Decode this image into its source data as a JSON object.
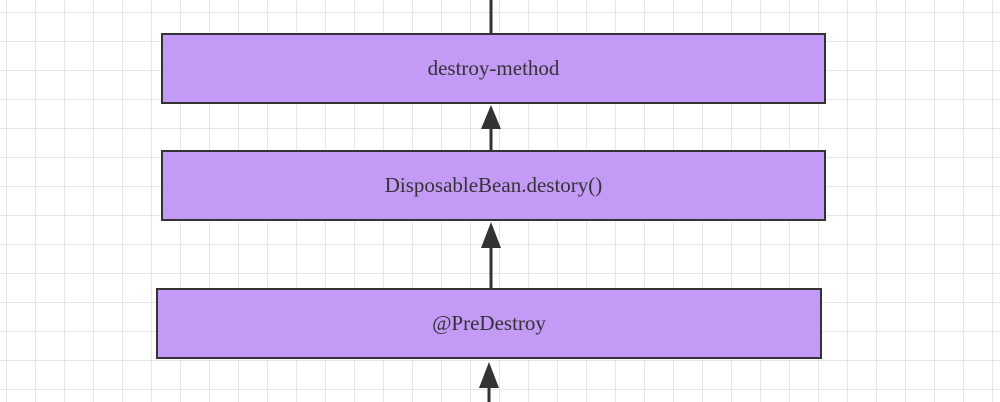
{
  "diagram": {
    "type": "flow",
    "node_fill": "#c39bf7",
    "stroke_color": "#333333",
    "grid_color": "#e6e6e6",
    "nodes": [
      {
        "id": "destroy-method",
        "label": "destroy-method"
      },
      {
        "id": "disposable-bean",
        "label": "DisposableBean.destory()"
      },
      {
        "id": "predestroy",
        "label": "@PreDestroy"
      }
    ],
    "edges": [
      {
        "from": "predestroy",
        "to": "disposable-bean"
      },
      {
        "from": "disposable-bean",
        "to": "destroy-method"
      }
    ]
  }
}
